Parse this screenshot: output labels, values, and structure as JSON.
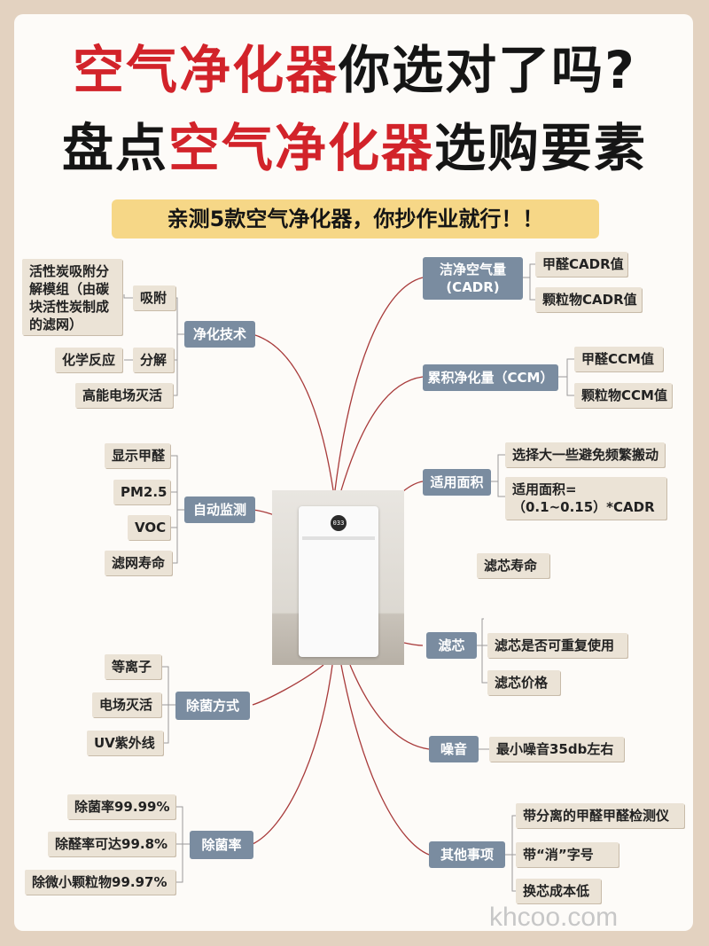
{
  "title": {
    "line1_red": "空气净化器",
    "line1_black": "你选对了吗?",
    "line2_black": "盘点",
    "line2_red": "空气净化器",
    "line2_black_end": "选购要素"
  },
  "banner": "亲测5款空气净化器，你抄作业就行！！",
  "center": {
    "display": "033"
  },
  "left": {
    "purification": {
      "label": "净化技术",
      "adsorb": "吸附",
      "adsorb_detail": "活性炭吸附分解模组（由碳块活性炭制成的滤网）",
      "decompose": "分解",
      "chemical": "化学反应",
      "field": "高能电场灭活"
    },
    "monitor": {
      "label": "自动监测",
      "items": [
        "显示甲醛",
        "PM2.5",
        "VOC",
        "滤网寿命"
      ]
    },
    "sterilize_method": {
      "label": "除菌方式",
      "items": [
        "等离子",
        "电场灭活",
        "UV紫外线"
      ]
    },
    "sterilize_rate": {
      "label": "除菌率",
      "items": [
        "除菌率99.99%",
        "除醛率可达99.8%",
        "除微小颗粒物99.97%"
      ]
    }
  },
  "right": {
    "cadr": {
      "label_line1": "洁净空气量",
      "label_line2": "(CADR)",
      "items": [
        "甲醛CADR值",
        "颗粒物CADR值"
      ]
    },
    "ccm": {
      "label": "累积净化量（CCM）",
      "items": [
        "甲醛CCM值",
        "颗粒物CCM值"
      ]
    },
    "area": {
      "label": "适用面积",
      "items": [
        "选择大一些避免频繁搬动",
        "适用面积=（0.1~0.15）*CADR"
      ]
    },
    "filter": {
      "label": "滤芯",
      "items": [
        "滤芯寿命",
        "滤芯是否可重复使用",
        "滤芯价格"
      ]
    },
    "noise": {
      "label": "噪音",
      "items": [
        "最小噪音35db左右"
      ]
    },
    "other": {
      "label": "其他事项",
      "items": [
        "带分离的甲醛甲醛检测仪",
        "带“消”字号",
        "换芯成本低"
      ]
    }
  },
  "watermark": "khcoo.com",
  "colors": {
    "red": "#d2232a",
    "hub": "#7a8ca0",
    "leaf": "#ebe3d6",
    "banner": "#f6d787",
    "line": "#a83a3a"
  }
}
